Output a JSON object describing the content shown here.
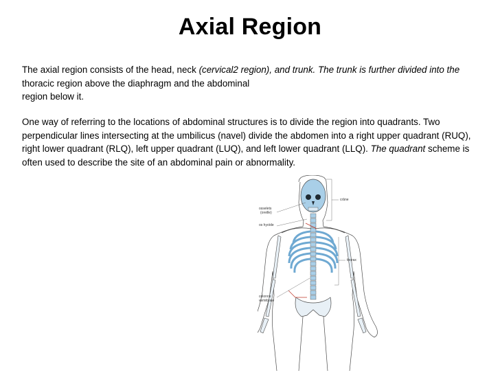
{
  "title": "Axial Region",
  "paragraph1": {
    "text_a": "The axial region consists of the head, neck ",
    "italic_a": "(cervical2 region), and trunk. The trunk is further divided into the",
    "text_b": " thoracic region above the diaphragm and the abdominal",
    "text_c": "region below it."
  },
  "paragraph2": {
    "text_a": "One way of referring to the locations of abdominal structures is to divide the region into quadrants. Two perpendicular lines intersecting at the umbilicus (navel) divide the abdomen into a right upper quadrant (RUQ), right lower quadrant (RLQ), left upper quadrant (LUQ), and left lower quadrant (LLQ). ",
    "italic_a": "The quadrant",
    "text_b": " scheme is often used to describe the site of an abdominal pain or abnormality."
  },
  "figure": {
    "labels": {
      "crane": "crâne",
      "osselets_1": "osselets",
      "osselets_2": "(oreille)",
      "hyoide": "os hyoïde",
      "thorax": "thorax",
      "colonne_1": "colonne",
      "colonne_2": "vertébrale"
    },
    "colors": {
      "bone": "#a9cfe8",
      "outline": "#4a4a4a",
      "accent": "#c0392b"
    }
  }
}
